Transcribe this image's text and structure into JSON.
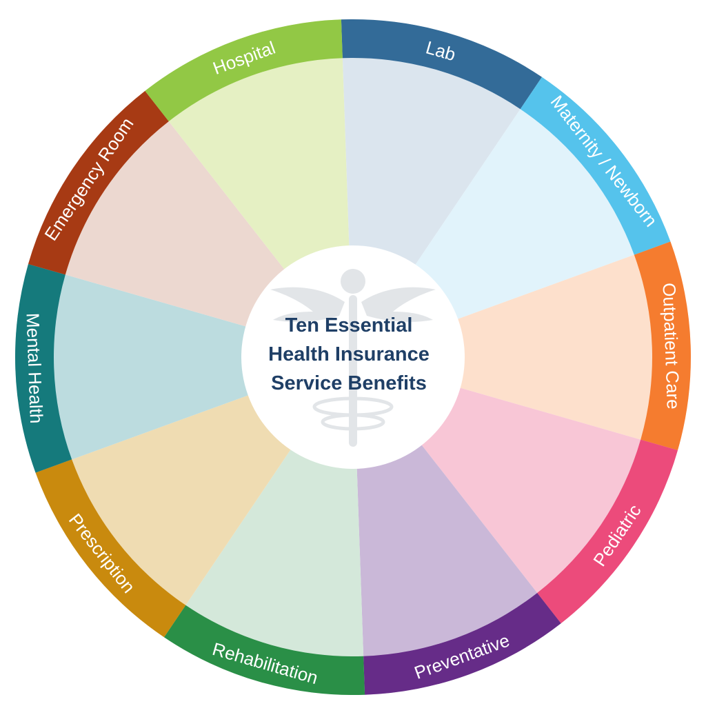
{
  "title": [
    "Ten Essential",
    "Health Insurance",
    "Service Benefits"
  ],
  "center_icon": "caduceus-icon",
  "segments": [
    {
      "label": "Lab",
      "ring_color": "#336b98",
      "fill_color": "#dbe5ee"
    },
    {
      "label": "Maternity / Newborn",
      "ring_color": "#55c3ec",
      "fill_color": "#e1f3fb"
    },
    {
      "label": "Outpatient Care",
      "ring_color": "#f57c2f",
      "fill_color": "#fde0cc"
    },
    {
      "label": "Pediatric",
      "ring_color": "#ec4b7b",
      "fill_color": "#f8c6d6"
    },
    {
      "label": "Preventative",
      "ring_color": "#662c88",
      "fill_color": "#cab8d8"
    },
    {
      "label": "Rehabilitation",
      "ring_color": "#2a8f47",
      "fill_color": "#d4e8da"
    },
    {
      "label": "Prescription",
      "ring_color": "#c98a0e",
      "fill_color": "#efdcb2"
    },
    {
      "label": "Mental Health",
      "ring_color": "#157a7c",
      "fill_color": "#bcdcdf"
    },
    {
      "label": "Emergency Room",
      "ring_color": "#a73a14",
      "fill_color": "#ecd8d0"
    },
    {
      "label": "Hospital",
      "ring_color": "#92c845",
      "fill_color": "#e5f0c3"
    }
  ]
}
